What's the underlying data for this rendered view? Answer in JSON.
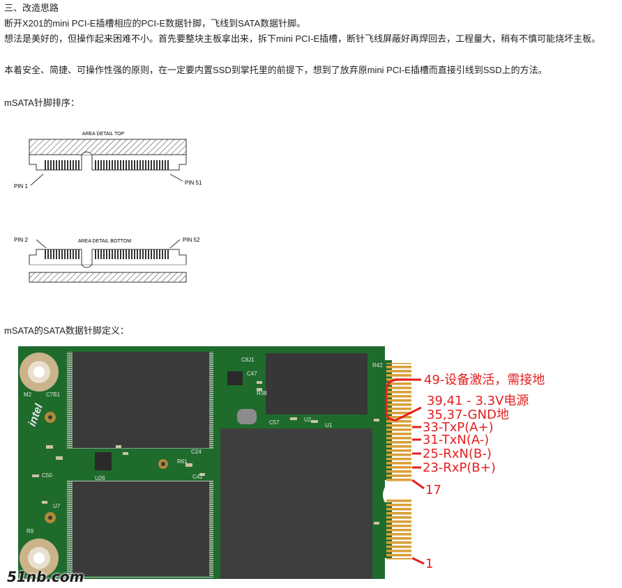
{
  "article": {
    "section_heading": "三、改造思路",
    "para1": "断开X201的mini PCI-E插槽相应的PCI-E数据针脚，飞线到SATA数据针脚。",
    "para2": "想法是美好的，但操作起来困难不小。首先要整块主板拿出来，拆下mini PCI-E插槽，断针飞线屏蔽好再焊回去，工程量大，稍有不慎可能烧坏主板。",
    "para3": "本着安全、简捷、可操作性强的原则，在一定要内置SSD到掌托里的前提下，想到了放弃原mini PCI-E插槽而直接引线到SSD上的方法。",
    "caption_pinorder": "mSATA针脚排序：",
    "caption_pindef": "mSATA的SATA数据针脚定义："
  },
  "diagram_top": {
    "title": "AREA DETAIL TOP",
    "pin_left": "PIN 1",
    "pin_right": "PIN 51"
  },
  "diagram_bottom": {
    "title": "AREA DETAIL BOTTOM",
    "pin_left": "PIN 2",
    "pin_right": "PIN 52"
  },
  "board": {
    "labels": [
      "49-设备激活，需接地",
      "39,41 - 3.3V电源",
      "35,37-GND地",
      "33-TxP(A+)",
      "31-TxN(A-)",
      "25-RxN(B-)",
      "23-RxP(B+)",
      "17",
      "1"
    ],
    "silk": {
      "c7b1": "C7B1",
      "m2": "M2",
      "intel": "intel",
      "c8j1": "C8J1",
      "c47": "C47",
      "r38": "R38",
      "r42": "R42",
      "c57": "C57",
      "u2": "U2",
      "u1": "U1",
      "u26": "U26",
      "c42": "C42",
      "c24": "C24",
      "c50": "C50",
      "u7": "U7",
      "r9": "R9",
      "r61": "R61"
    },
    "label_color": "#e41e1e",
    "pcb_color": "#1f6b2c"
  },
  "watermark": "51nb.com"
}
